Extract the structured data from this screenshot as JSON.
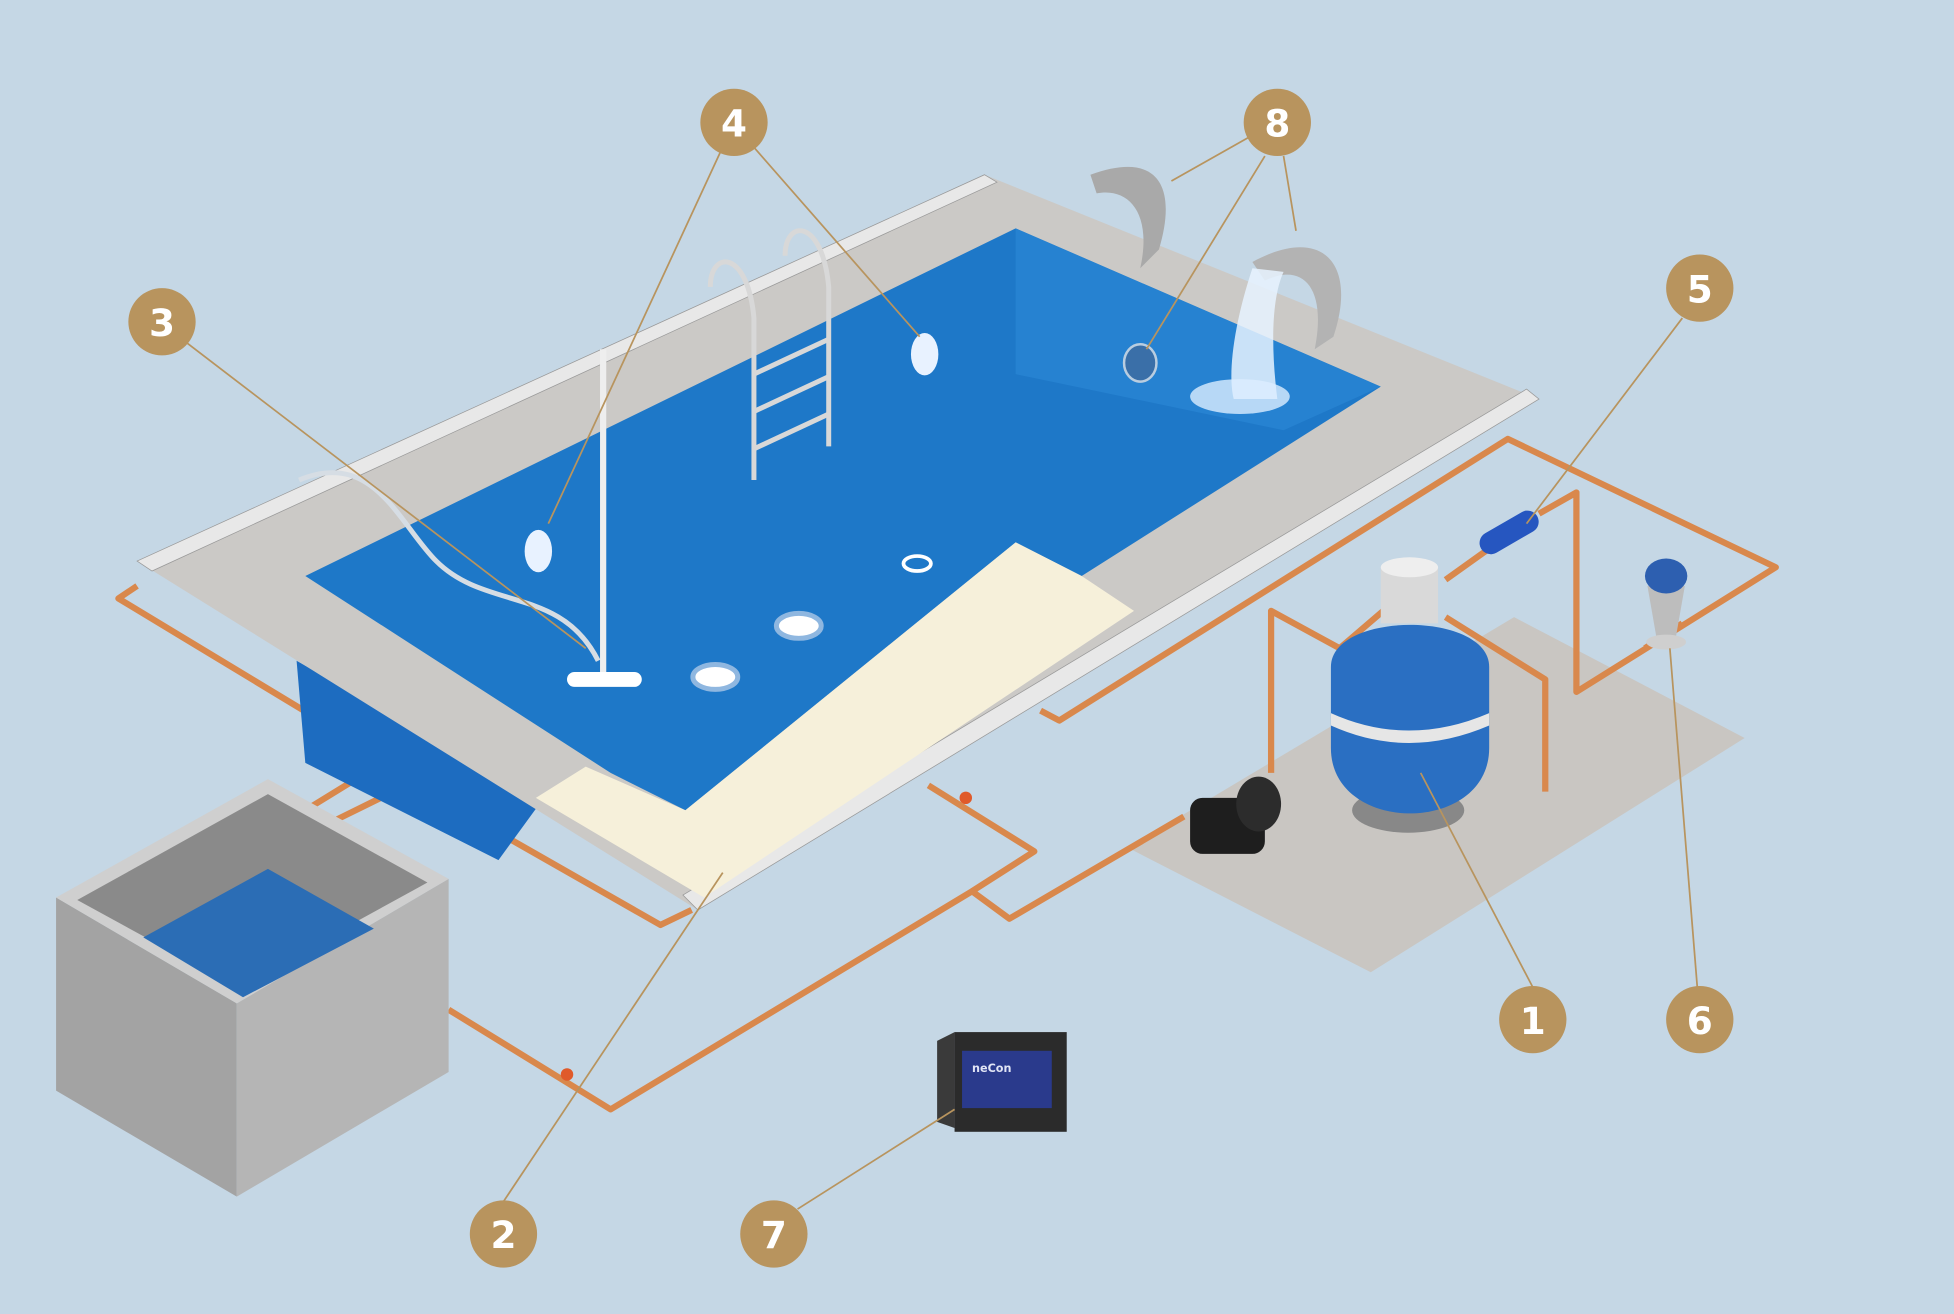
{
  "diagram": {
    "background": "#c5d7e5",
    "badge_color": "#b8945e",
    "pipe_color": "#d9884c",
    "water_color": "#1e78c8",
    "badges": [
      {
        "id": "1",
        "label": "1"
      },
      {
        "id": "2",
        "label": "2"
      },
      {
        "id": "3",
        "label": "3"
      },
      {
        "id": "4",
        "label": "4"
      },
      {
        "id": "5",
        "label": "5"
      },
      {
        "id": "6",
        "label": "6"
      },
      {
        "id": "7",
        "label": "7"
      },
      {
        "id": "8",
        "label": "8"
      }
    ],
    "controller_label": "neCon"
  }
}
